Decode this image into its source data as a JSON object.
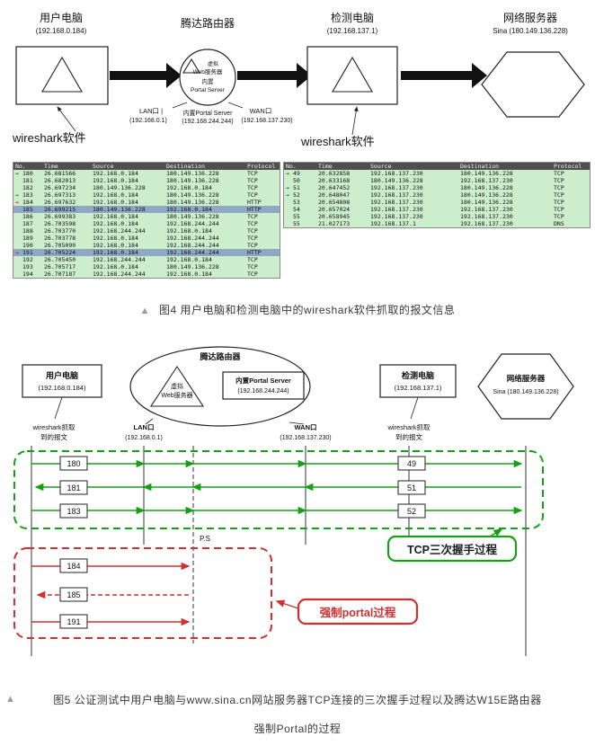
{
  "fig4": {
    "topo": {
      "user": {
        "label": "用户电脑",
        "ip": "(192.168.0.184)"
      },
      "router": {
        "label": "腾达路由器",
        "lines": [
          "虚拟",
          "Web服务器",
          "内置",
          "Portal Server"
        ]
      },
      "lan": {
        "label": "LAN口 |",
        "ip": "(192.168.0.1)"
      },
      "portal": {
        "label": "内置Portal Server",
        "ip": "(192.168.244.244)"
      },
      "wan": {
        "label": "WAN口",
        "ip": "(192.168.137.230)"
      },
      "detect": {
        "label": "检测电脑",
        "ip": "(192.168.137.1)"
      },
      "server": {
        "label": "网络服务器",
        "ip": "Sina (180.149.136.228)"
      },
      "wireshark_left": "wireshark软件",
      "wireshark_right": "wireshark软件"
    },
    "icons": {
      "green": "→",
      "red": "→"
    },
    "left_capture": {
      "headers": [
        "No.",
        "Time",
        "Source",
        "Destination",
        "Protocol"
      ],
      "rows": [
        {
          "icon": "green",
          "no": "180",
          "time": "26.681566",
          "source": "192.168.0.184",
          "destination": "180.149.136.228",
          "protocol": "TCP",
          "highlight": ""
        },
        {
          "icon": "",
          "no": "181",
          "time": "26.682013",
          "source": "192.168.0.184",
          "destination": "180.149.136.228",
          "protocol": "TCP",
          "highlight": ""
        },
        {
          "icon": "",
          "no": "182",
          "time": "26.697234",
          "source": "180.149.136.228",
          "destination": "192.168.0.184",
          "protocol": "TCP",
          "highlight": ""
        },
        {
          "icon": "green",
          "no": "183",
          "time": "26.697313",
          "source": "192.168.0.184",
          "destination": "180.149.136.228",
          "protocol": "TCP",
          "highlight": ""
        },
        {
          "icon": "red",
          "no": "184",
          "time": "26.697632",
          "source": "192.168.0.184",
          "destination": "180.149.136.228",
          "protocol": "HTTP",
          "highlight": ""
        },
        {
          "icon": "",
          "no": "185",
          "time": "26.699215",
          "source": "180.149.136.228",
          "destination": "192.168.0.184",
          "protocol": "HTTP",
          "highlight": "blue"
        },
        {
          "icon": "",
          "no": "186",
          "time": "26.699383",
          "source": "192.168.0.184",
          "destination": "180.149.136.228",
          "protocol": "TCP",
          "highlight": ""
        },
        {
          "icon": "",
          "no": "187",
          "time": "26.703598",
          "source": "192.168.0.184",
          "destination": "192.168.244.244",
          "protocol": "TCP",
          "highlight": ""
        },
        {
          "icon": "",
          "no": "188",
          "time": "26.703770",
          "source": "192.168.244.244",
          "destination": "192.168.0.184",
          "protocol": "TCP",
          "highlight": ""
        },
        {
          "icon": "",
          "no": "189",
          "time": "26.703778",
          "source": "192.168.0.184",
          "destination": "192.168.244.244",
          "protocol": "TCP",
          "highlight": ""
        },
        {
          "icon": "",
          "no": "190",
          "time": "26.705090",
          "source": "192.168.0.184",
          "destination": "192.168.244.244",
          "protocol": "TCP",
          "highlight": ""
        },
        {
          "icon": "red",
          "no": "191",
          "time": "26.705224",
          "source": "192.168.0.184",
          "destination": "192.168.244.244",
          "protocol": "HTTP",
          "highlight": "blue"
        },
        {
          "icon": "",
          "no": "192",
          "time": "26.705450",
          "source": "192.168.244.244",
          "destination": "192.168.0.184",
          "protocol": "TCP",
          "highlight": ""
        },
        {
          "icon": "",
          "no": "193",
          "time": "26.705717",
          "source": "192.168.0.184",
          "destination": "180.149.136.228",
          "protocol": "TCP",
          "highlight": ""
        },
        {
          "icon": "",
          "no": "194",
          "time": "26.707187",
          "source": "192.168.244.244",
          "destination": "192.168.0.184",
          "protocol": "TCP",
          "highlight": ""
        }
      ]
    },
    "right_capture": {
      "headers": [
        "No.",
        "Time",
        "Source",
        "Destination",
        "Protocol"
      ],
      "rows": [
        {
          "icon": "green",
          "no": "49",
          "time": "20.632858",
          "source": "192.168.137.230",
          "destination": "180.149.136.228",
          "protocol": "TCP",
          "highlight": ""
        },
        {
          "icon": "",
          "no": "50",
          "time": "20.633168",
          "source": "180.149.136.228",
          "destination": "192.168.137.230",
          "protocol": "TCP",
          "highlight": ""
        },
        {
          "icon": "green",
          "no": "51",
          "time": "20.647452",
          "source": "192.168.137.230",
          "destination": "180.149.136.228",
          "protocol": "TCP",
          "highlight": ""
        },
        {
          "icon": "green",
          "no": "52",
          "time": "20.648047",
          "source": "192.168.137.230",
          "destination": "180.149.136.228",
          "protocol": "TCP",
          "highlight": ""
        },
        {
          "icon": "",
          "no": "53",
          "time": "20.654808",
          "source": "192.168.137.230",
          "destination": "180.149.136.228",
          "protocol": "TCP",
          "highlight": ""
        },
        {
          "icon": "",
          "no": "54",
          "time": "20.657024",
          "source": "192.168.137.230",
          "destination": "192.168.137.230",
          "protocol": "TCP",
          "highlight": ""
        },
        {
          "icon": "",
          "no": "55",
          "time": "20.658945",
          "source": "192.168.137.230",
          "destination": "192.168.137.230",
          "protocol": "TCP",
          "highlight": ""
        },
        {
          "icon": "",
          "no": "55",
          "time": "21.027173",
          "source": "192.168.137.1",
          "destination": "192.168.137.230",
          "protocol": "DNS",
          "highlight": ""
        }
      ]
    },
    "caption": {
      "marker": "▲",
      "text": "图4 用户电脑和检测电脑中的wireshark软件抓取的报文信息"
    }
  },
  "fig5": {
    "entities": {
      "user": {
        "label": "用户电脑",
        "ip": "(192.168.0.184)"
      },
      "router": {
        "label": "腾达路由器"
      },
      "web": {
        "line1": "虚拟",
        "line2": "Web服务器"
      },
      "portal": {
        "line1": "内置Portal Server",
        "line2": "(192.168.244.244)"
      },
      "detect": {
        "label": "检测电脑",
        "ip": "(192.168.137.1)"
      },
      "server": {
        "label": "网络服务器",
        "ip": "Sina (180.149.136.228)"
      }
    },
    "lanes": {
      "ws_left": {
        "line1": "wireshark抓取",
        "line2": "到的报文"
      },
      "lan": {
        "label": "LAN口",
        "ip": "(192.168.0.1)"
      },
      "wan": {
        "label": "WAN口",
        "ip": "(192.168.137.230)"
      },
      "ws_right": {
        "line1": "wireshark抓取",
        "line2": "到的报文"
      }
    },
    "handshake": {
      "label": "TCP三次握手过程",
      "left_packets": [
        "180",
        "181",
        "183"
      ],
      "right_packets": [
        "49",
        "51",
        "52"
      ]
    },
    "portal_flow": {
      "label": "强制portal过程",
      "ps": "P.S",
      "packets": [
        "184",
        "185",
        "191"
      ]
    },
    "caption": {
      "marker": "▲",
      "line1": "图5 公证测试中用户电脑与www.sina.cn网站服务器TCP连接的三次握手过程以及腾达W15E路由器",
      "line2": "强制Portal的过程"
    }
  }
}
